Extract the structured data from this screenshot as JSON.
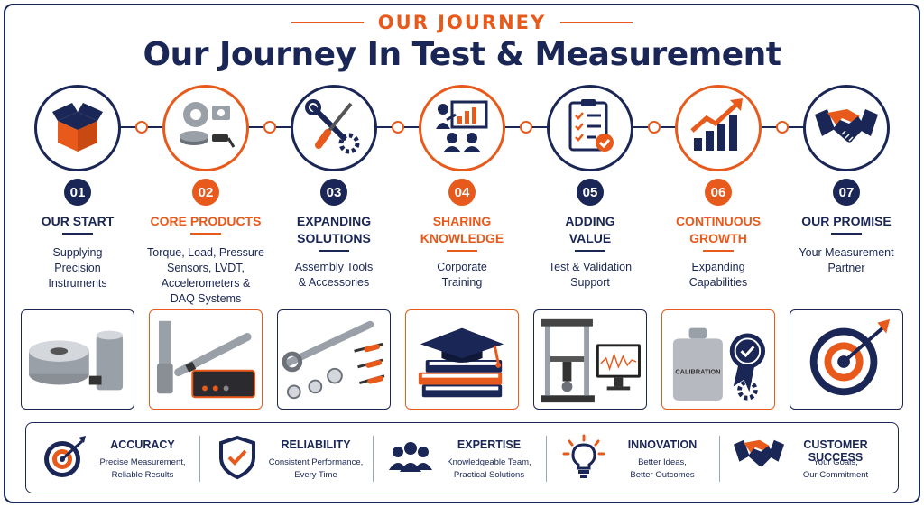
{
  "header": {
    "eyebrow": "OUR JOURNEY",
    "title": "Our Journey In Test & Measurement"
  },
  "colors": {
    "navy": "#1a2655",
    "orange": "#e85a1b"
  },
  "steps": [
    {
      "number": "01",
      "title": [
        "OUR START"
      ],
      "description": [
        "Supplying",
        "Precision",
        "Instruments"
      ],
      "icon": "open-box-icon",
      "image": "load-cell-sensors-image"
    },
    {
      "number": "02",
      "title": [
        "CORE PRODUCTS"
      ],
      "description": [
        "Torque, Load, Pressure",
        "Sensors, LVDT,",
        "Accelerometers &",
        "DAQ Systems"
      ],
      "icon": "sensors-icon",
      "image": "sensors-daq-image"
    },
    {
      "number": "03",
      "title": [
        "EXPANDING",
        "SOLUTIONS"
      ],
      "description": [
        "Assembly Tools",
        "& Accessories"
      ],
      "icon": "tools-icon",
      "image": "tools-accessories-image"
    },
    {
      "number": "04",
      "title": [
        "SHARING",
        "KNOWLEDGE"
      ],
      "description": [
        "Corporate",
        "Training"
      ],
      "icon": "presentation-icon",
      "image": "graduation-books-image"
    },
    {
      "number": "05",
      "title": [
        "ADDING",
        "VALUE"
      ],
      "description": [
        "Test & Validation",
        "Support"
      ],
      "icon": "checklist-icon",
      "image": "test-rig-image"
    },
    {
      "number": "06",
      "title": [
        "CONTINUOUS",
        "GROWTH"
      ],
      "description": [
        "Expanding",
        "Capabilities"
      ],
      "icon": "growth-chart-icon",
      "image": "calibration-weight-image",
      "image_label": "CALIBRATION"
    },
    {
      "number": "07",
      "title": [
        "OUR PROMISE"
      ],
      "description": [
        "Your Measurement",
        "Partner"
      ],
      "icon": "handshake-icon",
      "image": "target-image"
    }
  ],
  "values": [
    {
      "title": "ACCURACY",
      "description": [
        "Precise Measurement,",
        "Reliable Results"
      ],
      "icon": "target-icon"
    },
    {
      "title": "RELIABILITY",
      "description": [
        "Consistent Performance,",
        "Every Time"
      ],
      "icon": "shield-check-icon"
    },
    {
      "title": "EXPERTISE",
      "description": [
        "Knowledgeable Team,",
        "Practical Solutions"
      ],
      "icon": "team-icon"
    },
    {
      "title": "INNOVATION",
      "description": [
        "Better Ideas,",
        "Better Outcomes"
      ],
      "icon": "lightbulb-icon"
    },
    {
      "title": "CUSTOMER SUCCESS",
      "description": [
        "Your Goals,",
        "Our Commitment"
      ],
      "icon": "handshake-icon"
    }
  ]
}
